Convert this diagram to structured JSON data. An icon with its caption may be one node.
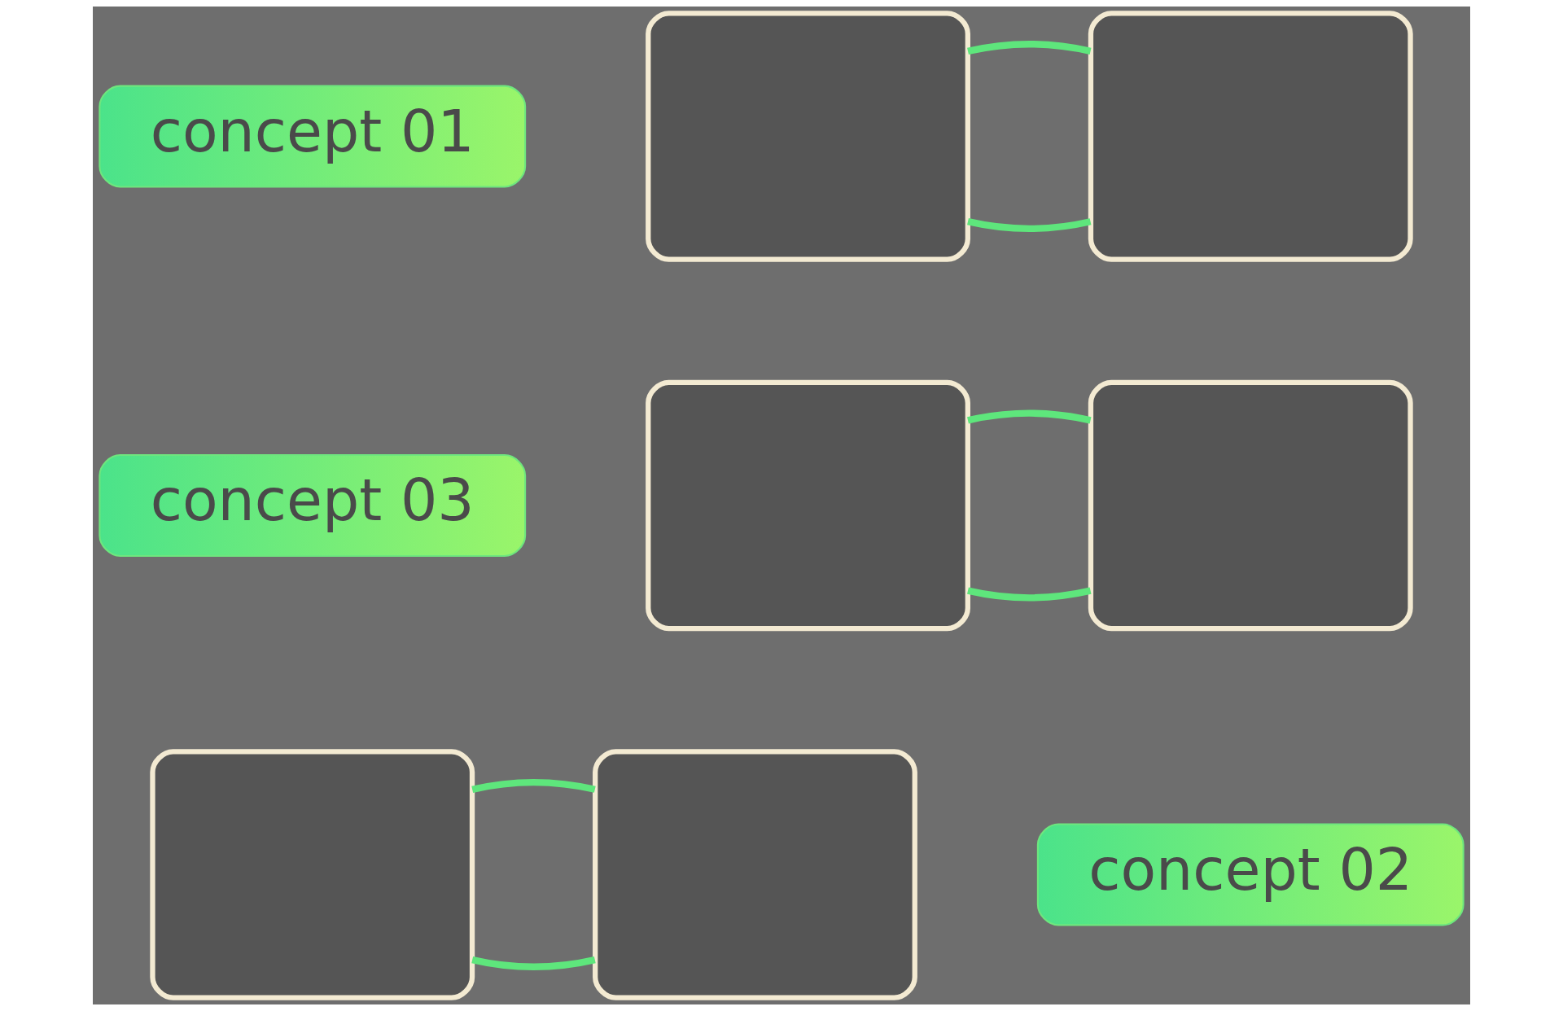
{
  "diagram": {
    "nodes": [
      {
        "text": [
          "concept 01"
        ]
      },
      {
        "text": [],
        "shape": "box"
      },
      {
        "text": [],
        "shape": "box"
      },
      {
        "text": [
          "concept 03"
        ]
      },
      {
        "text": [],
        "shape": "box"
      },
      {
        "text": [],
        "shape": "box"
      },
      {
        "text": [],
        "shape": "box"
      },
      {
        "text": [],
        "shape": "box"
      },
      {
        "text": [
          "concept 02"
        ]
      }
    ],
    "edges": [
      {
        "from": 1,
        "to": 2,
        "arrow": "none"
      },
      {
        "from": 1,
        "to": 2,
        "arrow": "none"
      },
      {
        "from": 4,
        "to": 5,
        "arrow": "none"
      },
      {
        "from": 4,
        "to": 5,
        "arrow": "none"
      },
      {
        "from": 6,
        "to": 7,
        "arrow": "none"
      },
      {
        "from": 6,
        "to": 7,
        "arrow": "none"
      }
    ]
  }
}
